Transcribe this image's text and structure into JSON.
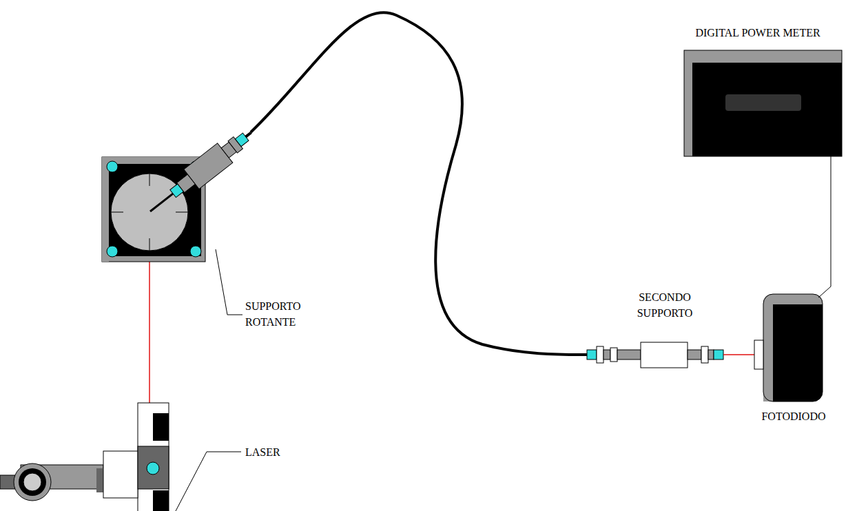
{
  "diagram": {
    "labels": [
      "DIGITAL POWER METER",
      "SUPPORTO ROTANTE",
      "SECONDO SUPPORTO",
      "FOTODIODO",
      "LASER"
    ]
  }
}
